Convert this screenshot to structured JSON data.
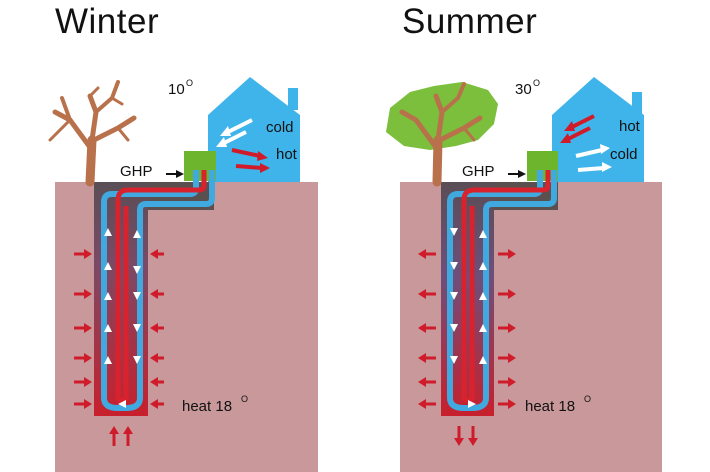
{
  "panels": {
    "winter": {
      "title": "Winter",
      "outdoor_temp": "10",
      "temp_sup": "O",
      "device": "GHP",
      "house_label_1": "cold",
      "house_label_2": "hot",
      "ground_label": "heat 18",
      "ground_sup": "O"
    },
    "summer": {
      "title": "Summer",
      "outdoor_temp": "30",
      "temp_sup": "O",
      "device": "GHP",
      "house_label_1": "hot",
      "house_label_2": "cold",
      "ground_label": "heat 18",
      "ground_sup": "O"
    }
  },
  "colors": {
    "ground": "#c9989b",
    "borehole": "#5a5050",
    "hot_pipe": "#d8232f",
    "cold_pipe": "#3fa9e0",
    "house": "#3fb4ea",
    "ghp": "#6cb52d",
    "tree_trunk": "#b8714a",
    "tree_leaves": "#7bbf3c",
    "arrow_red": "#d01c2a"
  }
}
